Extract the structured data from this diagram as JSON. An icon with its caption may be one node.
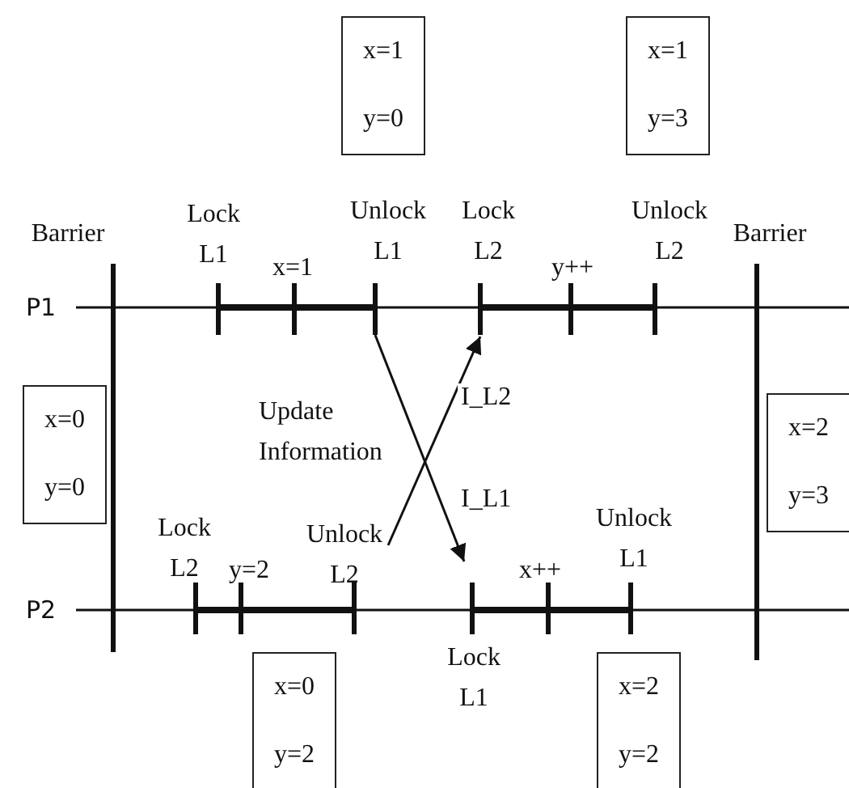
{
  "diagram": {
    "nodes": [
      {
        "text": [
          "x=1",
          "y=0"
        ]
      },
      {
        "text": [
          "x=1",
          "y=3"
        ]
      },
      {
        "text": [
          "Unlock L1"
        ]
      },
      {
        "text": [
          "Lock L2"
        ]
      },
      {
        "text": [
          "x=0",
          "y=0"
        ]
      },
      {
        "text": [
          "x=2",
          "y=3"
        ]
      },
      {
        "text": [
          "Unlock L2"
        ]
      },
      {
        "text": [
          "Lock L1"
        ]
      },
      {
        "text": [
          "x=0",
          "y=2"
        ]
      },
      {
        "text": [
          "x=2",
          "y=2"
        ]
      }
    ],
    "edges": [
      {
        "from": 2,
        "to": 7,
        "arrow": "to",
        "label": "I_L1"
      },
      {
        "from": 6,
        "to": 3,
        "arrow": "to",
        "label": "I_L2"
      }
    ],
    "labels": [
      "Barrier",
      "Lock L1",
      "x=1",
      "y++",
      "Unlock L2",
      "Barrier",
      "P1",
      "Update Information",
      "Lock L2",
      "y=2",
      "x++",
      "Unlock L1",
      "P2"
    ]
  }
}
